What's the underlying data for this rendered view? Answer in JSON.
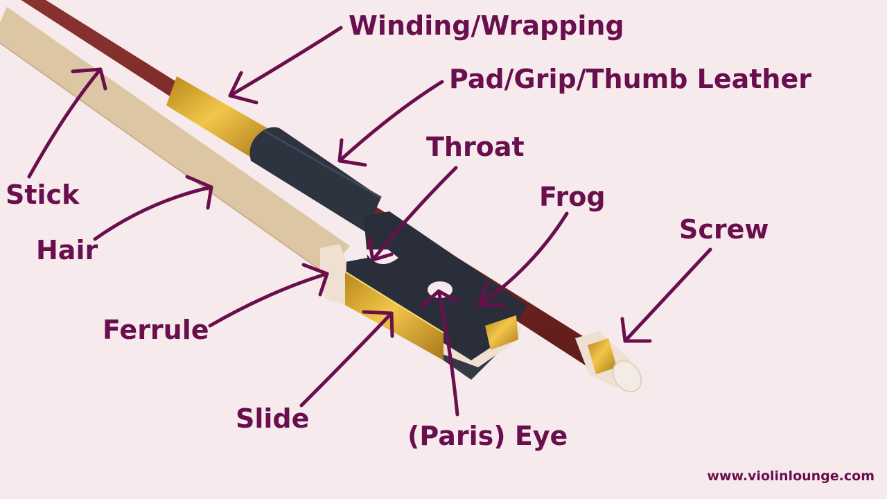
{
  "colors": {
    "background": "#f6eaec",
    "label": "#6a0f4d",
    "arrow": "#6a0f4d",
    "stick": "#7a2622",
    "hair": "#dcc6a4",
    "gold": "#d9a825",
    "ebony": "#2a2e3a",
    "ivory": "#efe0d2"
  },
  "labels": {
    "winding": "Winding/Wrapping",
    "pad": "Pad/Grip/Thumb Leather",
    "throat": "Throat",
    "frog": "Frog",
    "screw": "Screw",
    "stick": "Stick",
    "hair": "Hair",
    "ferrule": "Ferrule",
    "slide": "Slide",
    "eye": "(Paris) Eye"
  },
  "credit": "www.violinlounge.com"
}
